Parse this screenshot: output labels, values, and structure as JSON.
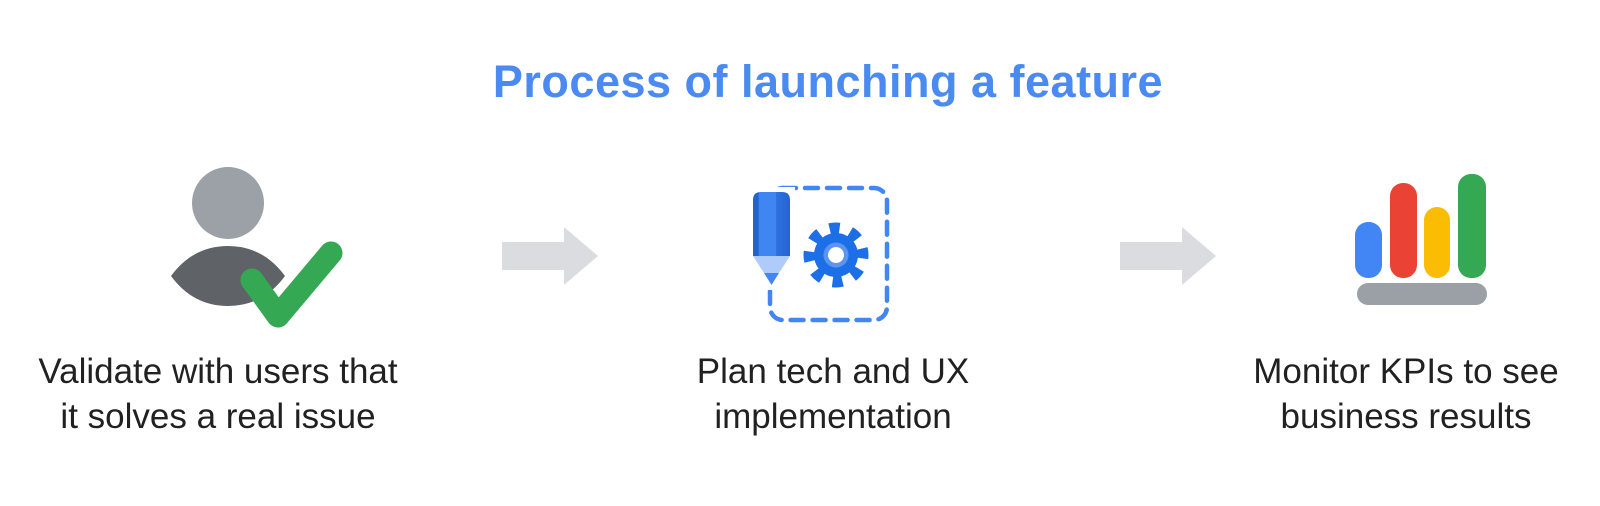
{
  "page": {
    "title": "Process of launching a feature",
    "background": "#ffffff"
  },
  "steps": [
    {
      "label": "Validate with users that\nit solves a real issue",
      "icon": "person-with-checkmark"
    },
    {
      "label": "Plan tech and UX\nimplementation",
      "icon": "pencil-and-gear-in-dashed-box"
    },
    {
      "label": "Monitor KPIs to see\nbusiness results",
      "icon": "bar-chart"
    }
  ],
  "connectors": [
    {
      "type": "arrow-right"
    },
    {
      "type": "arrow-right"
    }
  ],
  "colors": {
    "background": "#ffffff",
    "title": "#4b8af0",
    "text": "#212121",
    "arrow": "#dadce0",
    "person_head": "#9ca1a7",
    "person_body": "#5f6368",
    "check_green": "#34a853",
    "pencil_edge": "#2463cf",
    "pencil_body": "#3f86f2",
    "pencil_wood": "#aecbfa",
    "pencil_tip": "#4285f4",
    "gear": "#1d6fe8",
    "gear_ring": "#5b95f0",
    "dash_border": "#4285f4",
    "bar_blue": "#4285f4",
    "bar_red": "#ea4335",
    "bar_yellow": "#fbbc04",
    "bar_green": "#34a853",
    "bar_base": "#9aa0a6"
  }
}
